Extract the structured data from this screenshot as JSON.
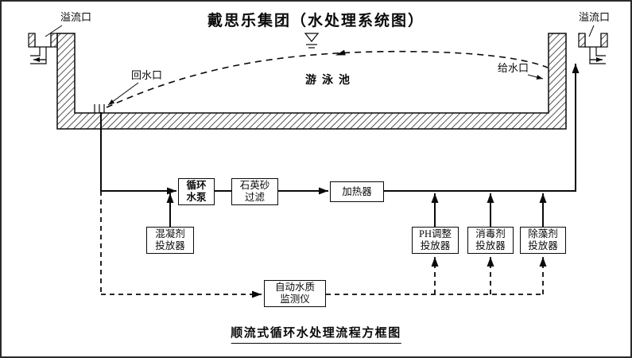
{
  "title": "戴思乐集团（水处理系统图）",
  "caption": "顺流式循环水处理流程方框图",
  "pool": {
    "label": "游泳池",
    "overflow_left": "溢流口",
    "overflow_right": "溢流口",
    "return_port": "回水口",
    "supply_port": "给水口"
  },
  "boxes": {
    "pump": {
      "line1": "循环",
      "line2": "水泵"
    },
    "filter": {
      "line1": "石英砂",
      "line2": "过滤"
    },
    "heater": {
      "line1": "加热器"
    },
    "coagulant": {
      "line1": "混凝剂",
      "line2": "投放器"
    },
    "ph_adjuster": {
      "line1": "PH调整",
      "line2": "投放器"
    },
    "disinfectant": {
      "line1": "消毒剂",
      "line2": "投放器"
    },
    "algaecide": {
      "line1": "除藻剂",
      "line2": "投放器"
    },
    "monitor": {
      "line1": "自动水质",
      "line2": "监测仪"
    }
  },
  "colors": {
    "ink": "#0a0a0a",
    "paper": "#ffffff"
  }
}
